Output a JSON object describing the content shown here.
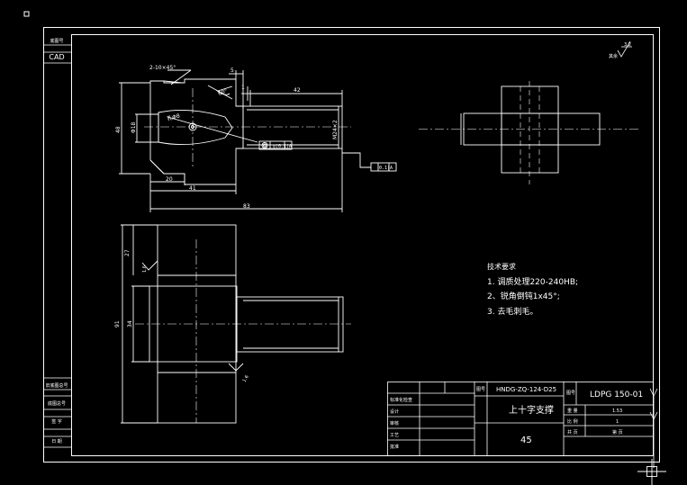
{
  "colors": {
    "background": "#000000",
    "line": "#ffffff",
    "hidden": "#ffffff"
  },
  "ui": {
    "grip_square": "small-square-icon",
    "crosshair": "crosshair-icon"
  },
  "left_strip": {
    "top_label": "底图号",
    "cad_label": "CAD",
    "bottom_labels": [
      "旧底图总号",
      "底图总号",
      "签 字",
      "日 期"
    ]
  },
  "roughness": {
    "value": "3.2",
    "rest_label": "其余"
  },
  "front_view": {
    "chamfer_label": "2-10×45°",
    "dim_5": "5",
    "dim_1": "1",
    "angle_label": "60°",
    "dim_42": "42",
    "dim_48": "48",
    "dim_diam": "Φ18",
    "dim_m": "M24×2",
    "dim_20": "20",
    "dim_41": "41",
    "dim_83": "83",
    "hole_label": "孔Φ8",
    "tol1": "◎|0.1|A",
    "tol2": "0.1|A"
  },
  "bottom_view": {
    "dim_27": "27",
    "dim_34": "34",
    "dim_91": "91",
    "rough_16a": "1.6",
    "rough_16b": "1.6"
  },
  "tech_requirements": {
    "title": "技术要求",
    "items": [
      "1. 调质处理220-240HB;",
      "2、锐角倒钝1x45°;",
      "3. 去毛刺毛。"
    ]
  },
  "title_block": {
    "left_rows": [
      "标准化检查",
      "设计",
      "审核",
      "工艺",
      "批准"
    ],
    "drawing_no_label": "图号",
    "drawing_no": "HNDG-ZQ-124-D25",
    "part_name": "上十字支撑",
    "material": "45",
    "project_label": "图号",
    "project_code": "LDPG 150-01",
    "right_rows": [
      {
        "label": "重 量",
        "value": "1.53"
      },
      {
        "label": "比 例",
        "value": "1"
      },
      {
        "label": "共 页",
        "value": "第 页"
      }
    ]
  }
}
